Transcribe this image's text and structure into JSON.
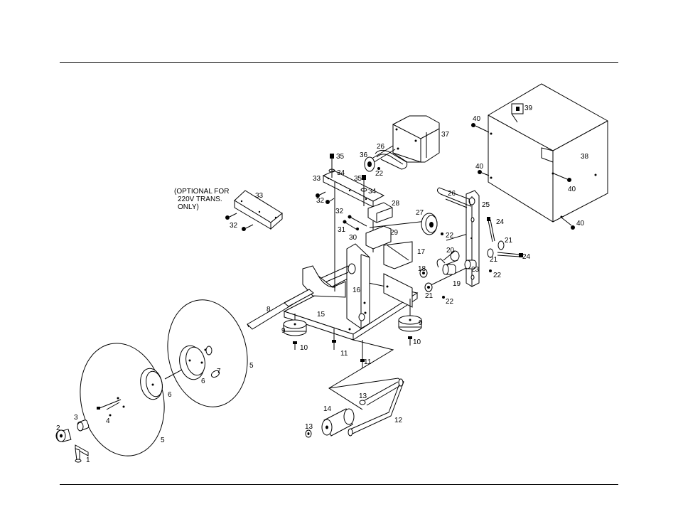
{
  "note": {
    "line1": "(OPTIONAL FOR",
    "line2": "220V TRANS.",
    "line3": "ONLY)"
  },
  "callouts": [
    {
      "id": "c1",
      "label": "1"
    },
    {
      "id": "c2",
      "label": "2"
    },
    {
      "id": "c3",
      "label": "3"
    },
    {
      "id": "c4",
      "label": "4"
    },
    {
      "id": "c5a",
      "label": "5"
    },
    {
      "id": "c5b",
      "label": "5"
    },
    {
      "id": "c6a",
      "label": "6"
    },
    {
      "id": "c6b",
      "label": "6"
    },
    {
      "id": "c7",
      "label": "7"
    },
    {
      "id": "c8",
      "label": "8"
    },
    {
      "id": "c9a",
      "label": "9"
    },
    {
      "id": "c9b",
      "label": "9"
    },
    {
      "id": "c10a",
      "label": "10"
    },
    {
      "id": "c10b",
      "label": "10"
    },
    {
      "id": "c11a",
      "label": "11"
    },
    {
      "id": "c11b",
      "label": "11"
    },
    {
      "id": "c12",
      "label": "12"
    },
    {
      "id": "c13a",
      "label": "13"
    },
    {
      "id": "c13b",
      "label": "13"
    },
    {
      "id": "c14",
      "label": "14"
    },
    {
      "id": "c15",
      "label": "15"
    },
    {
      "id": "c16",
      "label": "16"
    },
    {
      "id": "c17",
      "label": "17"
    },
    {
      "id": "c18",
      "label": "18"
    },
    {
      "id": "c19",
      "label": "19"
    },
    {
      "id": "c20",
      "label": "20"
    },
    {
      "id": "c21a",
      "label": "21"
    },
    {
      "id": "c21b",
      "label": "21"
    },
    {
      "id": "c21c",
      "label": "21"
    },
    {
      "id": "c22a",
      "label": "22"
    },
    {
      "id": "c22b",
      "label": "22"
    },
    {
      "id": "c22c",
      "label": "22"
    },
    {
      "id": "c22d",
      "label": "22"
    },
    {
      "id": "c23",
      "label": "23"
    },
    {
      "id": "c24a",
      "label": "24"
    },
    {
      "id": "c24b",
      "label": "24"
    },
    {
      "id": "c25",
      "label": "25"
    },
    {
      "id": "c26a",
      "label": "26"
    },
    {
      "id": "c26b",
      "label": "26"
    },
    {
      "id": "c27",
      "label": "27"
    },
    {
      "id": "c28",
      "label": "28"
    },
    {
      "id": "c29",
      "label": "29"
    },
    {
      "id": "c30",
      "label": "30"
    },
    {
      "id": "c31",
      "label": "31"
    },
    {
      "id": "c32a",
      "label": "32"
    },
    {
      "id": "c32b",
      "label": "32"
    },
    {
      "id": "c32c",
      "label": "32"
    },
    {
      "id": "c33a",
      "label": "33"
    },
    {
      "id": "c33b",
      "label": "33"
    },
    {
      "id": "c34a",
      "label": "34"
    },
    {
      "id": "c34b",
      "label": "34"
    },
    {
      "id": "c35a",
      "label": "35"
    },
    {
      "id": "c35b",
      "label": "35"
    },
    {
      "id": "c36",
      "label": "36"
    },
    {
      "id": "c37",
      "label": "37"
    },
    {
      "id": "c38",
      "label": "38"
    },
    {
      "id": "c39",
      "label": "39"
    },
    {
      "id": "c40a",
      "label": "40"
    },
    {
      "id": "c40b",
      "label": "40"
    },
    {
      "id": "c40c",
      "label": "40"
    },
    {
      "id": "c40d",
      "label": "40"
    }
  ]
}
